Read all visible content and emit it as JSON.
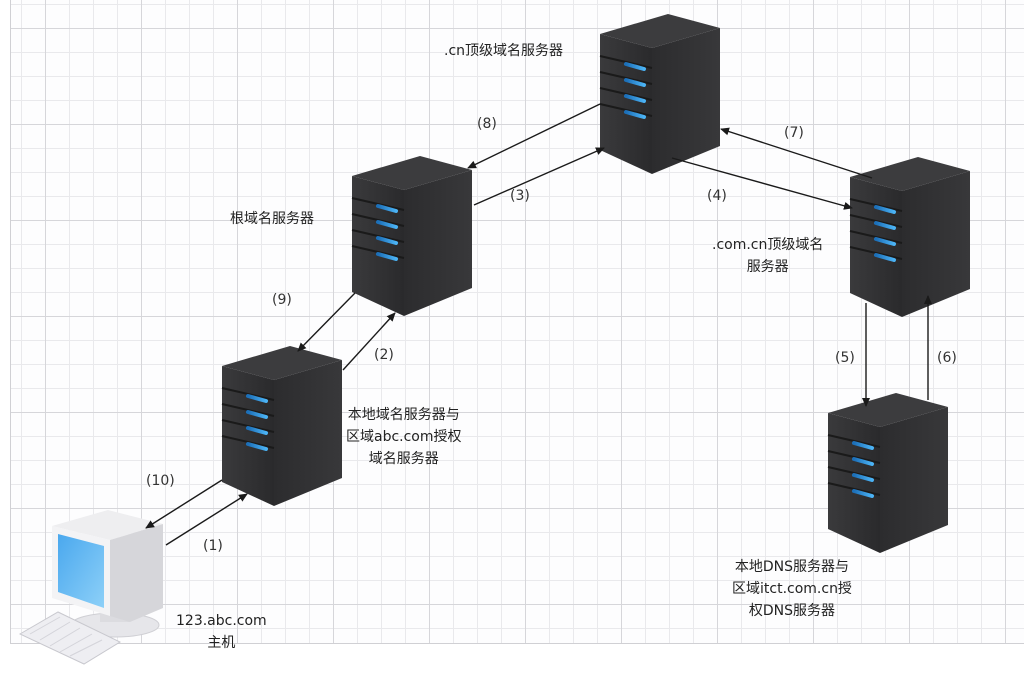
{
  "diagram": {
    "type": "DNS iterative/recursive query flow",
    "nodes": [
      {
        "id": "cn-tld",
        "kind": "server",
        "label": [
          ".cn顶级域名服务器"
        ]
      },
      {
        "id": "root",
        "kind": "server",
        "label": [
          "根域名服务器"
        ]
      },
      {
        "id": "com-cn-tld",
        "kind": "server",
        "label": [
          ".com.cn顶级域名",
          "服务器"
        ]
      },
      {
        "id": "local-abc",
        "kind": "server",
        "label": [
          "本地域名服务器与",
          "区域abc.com授权",
          "域名服务器"
        ]
      },
      {
        "id": "local-itct",
        "kind": "server",
        "label": [
          "本地DNS服务器与",
          "区域itct.com.cn授",
          "权DNS服务器"
        ]
      },
      {
        "id": "host",
        "kind": "computer",
        "label": [
          "123.abc.com",
          "主机"
        ]
      }
    ],
    "edges": [
      {
        "step": "(1)",
        "from": "host",
        "to": "local-abc"
      },
      {
        "step": "(2)",
        "from": "local-abc",
        "to": "root"
      },
      {
        "step": "(3)",
        "from": "root",
        "to": "cn-tld"
      },
      {
        "step": "(4)",
        "from": "cn-tld",
        "to": "com-cn-tld"
      },
      {
        "step": "(5)",
        "from": "com-cn-tld",
        "to": "local-itct"
      },
      {
        "step": "(6)",
        "from": "local-itct",
        "to": "com-cn-tld"
      },
      {
        "step": "(7)",
        "from": "com-cn-tld",
        "to": "cn-tld"
      },
      {
        "step": "(8)",
        "from": "cn-tld",
        "to": "root"
      },
      {
        "step": "(9)",
        "from": "root",
        "to": "local-abc"
      },
      {
        "step": "(10)",
        "from": "local-abc",
        "to": "host"
      }
    ]
  },
  "colors": {
    "server_body": "#2e2e30",
    "server_led": "#3a9fe8",
    "screen": "#5ab4f0",
    "arrow": "#1a1a1a"
  }
}
